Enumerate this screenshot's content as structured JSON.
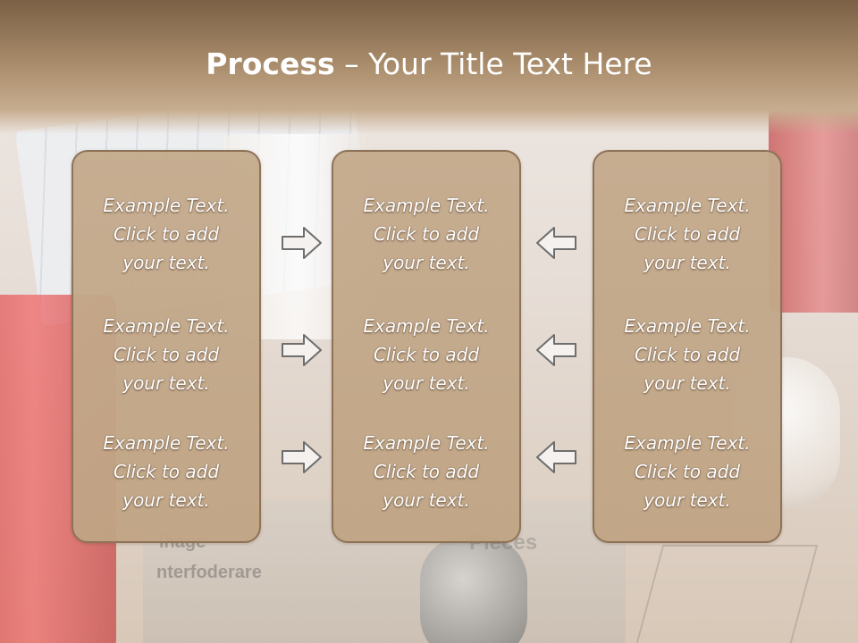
{
  "title": {
    "bold": "Process",
    "dash": " – ",
    "rest": "Your Title Text Here"
  },
  "background_text": {
    "line1": "lhage",
    "line2": "nterfoderare",
    "line3": "Pieces"
  },
  "columns": [
    {
      "items": [
        {
          "line1": "Example Text.",
          "line2": "Click  to add",
          "line3": "your text."
        },
        {
          "line1": "Example Text.",
          "line2": "Click  to add",
          "line3": "your text."
        },
        {
          "line1": "Example Text.",
          "line2": "Click  to add",
          "line3": "your text."
        }
      ]
    },
    {
      "items": [
        {
          "line1": "Example Text.",
          "line2": "Click  to add",
          "line3": "your text."
        },
        {
          "line1": "Example Text.",
          "line2": "Click  to add",
          "line3": "your text."
        },
        {
          "line1": "Example Text.",
          "line2": "Click  to add",
          "line3": "your text."
        }
      ]
    },
    {
      "items": [
        {
          "line1": "Example Text.",
          "line2": "Click  to add",
          "line3": "your text."
        },
        {
          "line1": "Example Text.",
          "line2": "Click  to add",
          "line3": "your text."
        },
        {
          "line1": "Example Text.",
          "line2": "Click  to add",
          "line3": "your text."
        }
      ]
    }
  ],
  "arrows": {
    "left_set": "arrow-right-icon",
    "right_set": "arrow-left-icon"
  },
  "colors": {
    "title_band": "#a68968",
    "box_fill": "#c4aa8c",
    "box_border": "#8e7358",
    "arrow_outline": "#6e6e6e"
  }
}
